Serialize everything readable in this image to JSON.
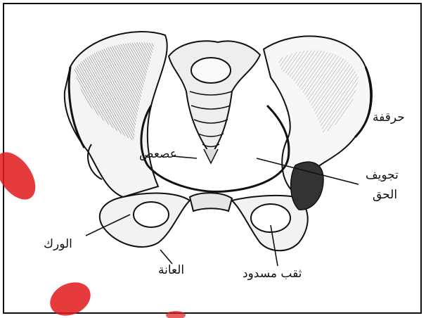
{
  "labels": {
    "ilium": "حرقفة",
    "coccyx": "عصعص",
    "acetabulum_line1": "تجويف",
    "acetabulum_line2": "الحق",
    "ischium": "الورك",
    "pubis": "العانة",
    "obturator_foramen": "ثقب مسدود"
  },
  "colors": {
    "ink": "#111111",
    "watermark": "#e0191b"
  }
}
